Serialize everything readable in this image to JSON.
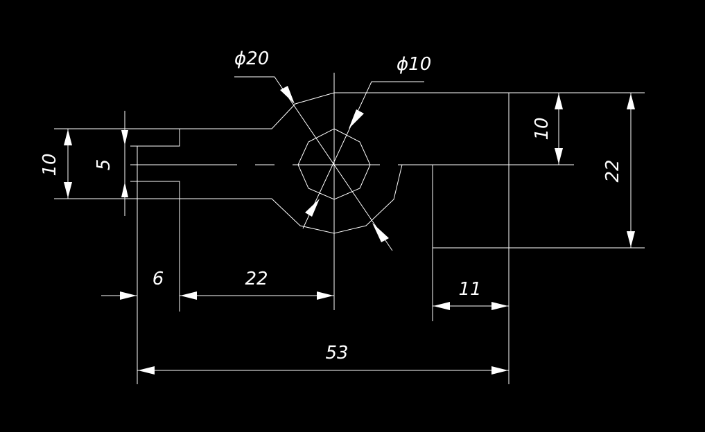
{
  "colors": {
    "background": "#000000",
    "line": "#ffffff"
  },
  "dimensions": {
    "dia_outer": "ϕ20",
    "dia_inner": "ϕ10",
    "left_height": "10",
    "slot_height": "5",
    "right_height": "10",
    "total_height": "22",
    "slot_width": "6",
    "center_offset": "22",
    "step_width": "11",
    "overall_length": "53"
  }
}
